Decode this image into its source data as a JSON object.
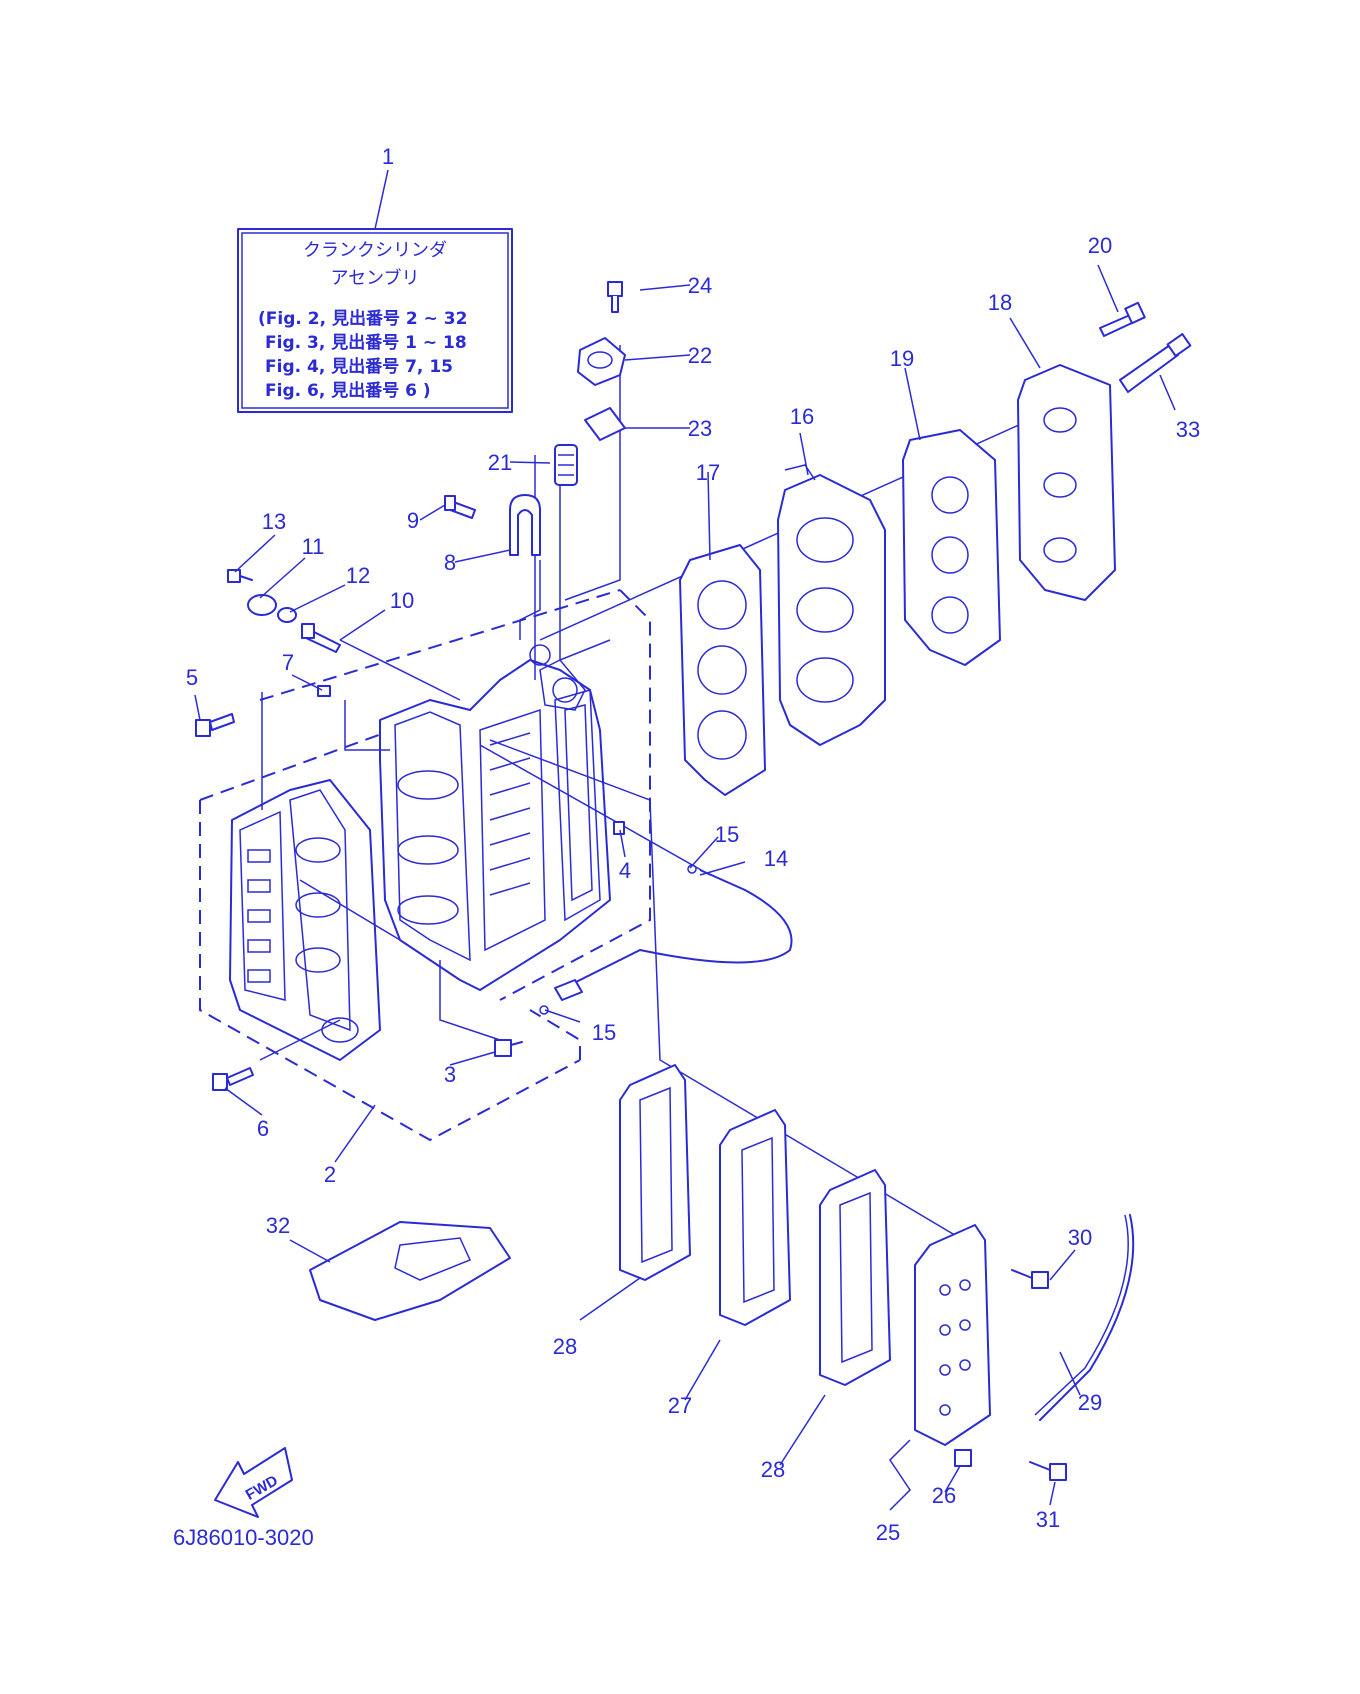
{
  "diagram": {
    "title_box": {
      "line1": "クランクシリンダ",
      "line2": "アセンブリ",
      "refs": [
        "(Fig. 2, 見出番号 2 ~ 32",
        "Fig. 3, 見出番号 1 ~ 18",
        "Fig. 4, 見出番号 7, 15",
        "Fig. 6, 見出番号 6 )"
      ]
    },
    "callouts": [
      "1",
      "2",
      "3",
      "4",
      "5",
      "6",
      "7",
      "8",
      "9",
      "10",
      "11",
      "12",
      "13",
      "14",
      "15",
      "15",
      "16",
      "17",
      "18",
      "19",
      "20",
      "21",
      "22",
      "23",
      "24",
      "25",
      "26",
      "27",
      "28",
      "28",
      "29",
      "30",
      "31",
      "32",
      "33"
    ],
    "fwd_label": "FWD",
    "drawing_code": "6J86010-3020",
    "line_color": "#2b2bd6"
  }
}
